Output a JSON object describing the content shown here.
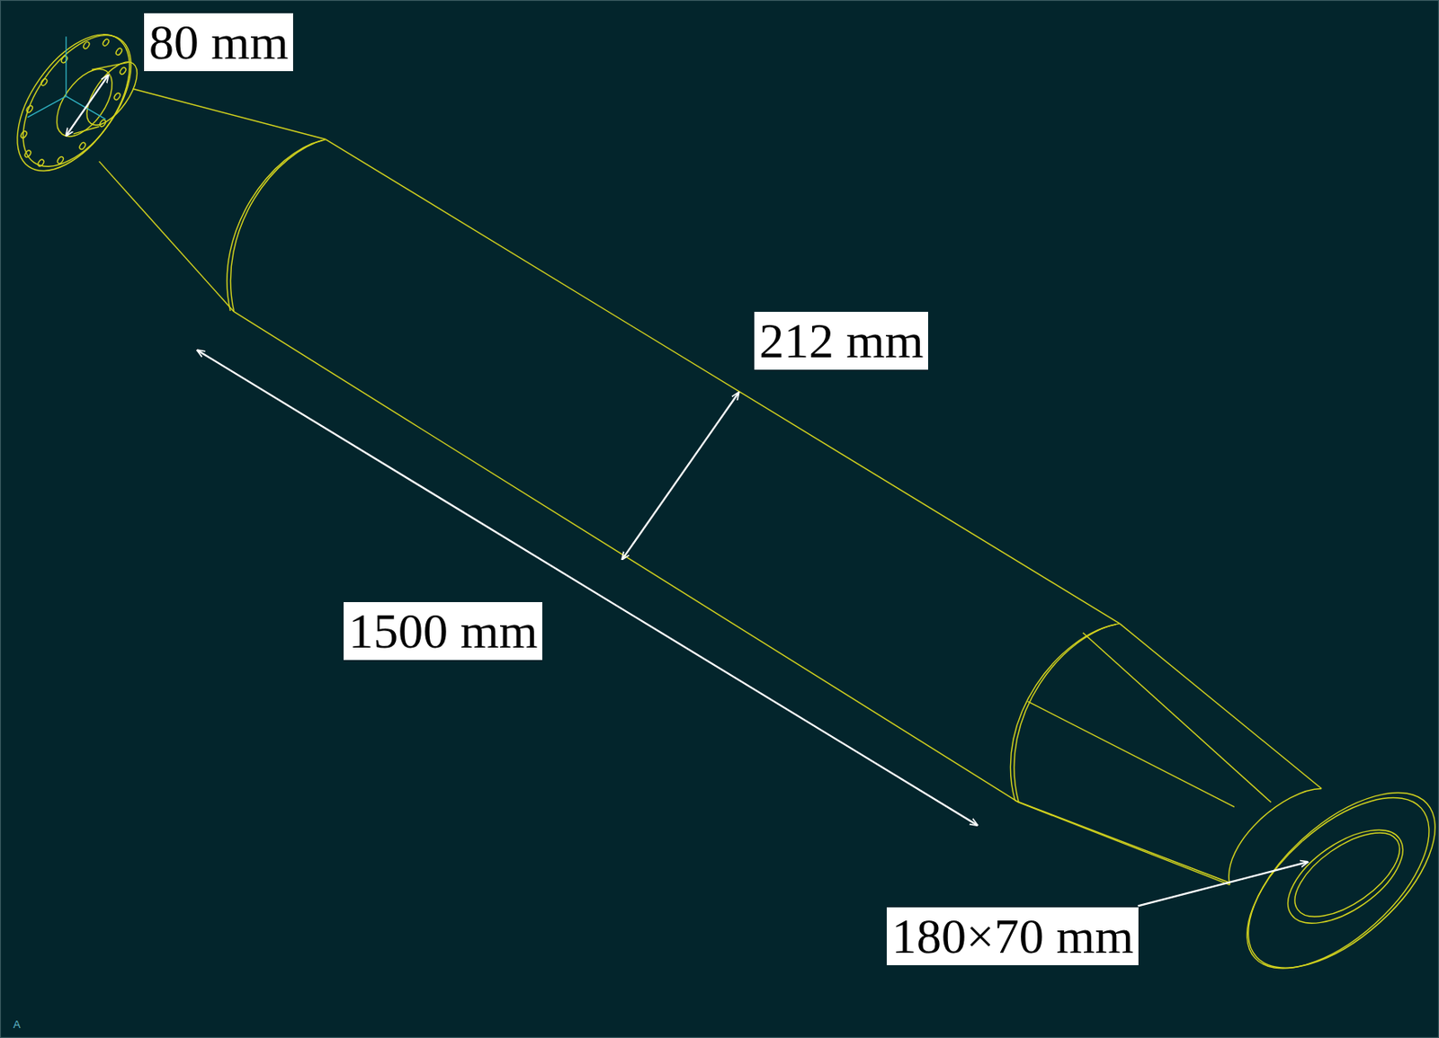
{
  "diagram": {
    "labels": [
      "80 mm",
      "212 mm",
      "1500 mm",
      "180×70 mm",
      "A"
    ]
  }
}
